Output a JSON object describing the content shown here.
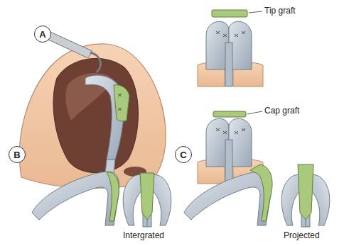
{
  "diagram": {
    "nodes": [
      {
        "text": [
          "A"
        ]
      },
      {
        "text": [
          "B"
        ]
      },
      {
        "text": [
          "C"
        ]
      }
    ],
    "labels": [
      "Tip graft",
      "Cap graft",
      "Intergrated",
      "Projected"
    ]
  }
}
